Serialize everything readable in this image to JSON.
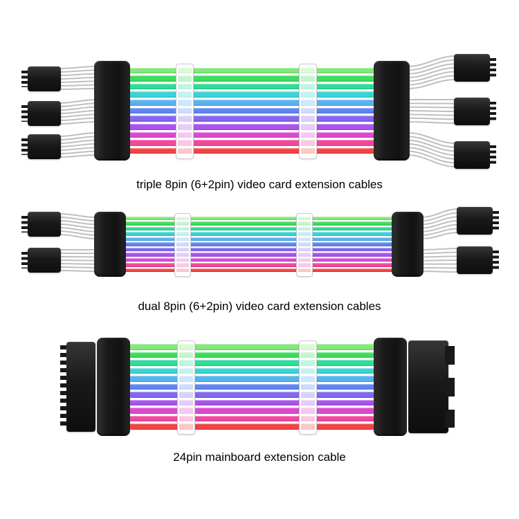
{
  "page": {
    "background_color": "#ffffff"
  },
  "colors": {
    "wire": "#bfbfbf",
    "connector_body": "#1a1a1a",
    "comb_block": "#1c1c1c",
    "clip": "#ffffff"
  },
  "ribbon_colors": [
    "#82e979",
    "#3fdc5e",
    "#2edd98",
    "#3bd3d3",
    "#58b2f0",
    "#5f85f2",
    "#8267f0",
    "#a954ee",
    "#dc49cf",
    "#f0489c",
    "#f14444"
  ],
  "products": [
    {
      "id": "triple-8pin",
      "caption": "triple 8pin (6+2pin) video card extension cables",
      "connector_type": "8pin (6+2pin)",
      "left_connector_count": 3,
      "right_connector_count": 3
    },
    {
      "id": "dual-8pin",
      "caption": "dual 8pin (6+2pin) video card extension cables",
      "connector_type": "8pin (6+2pin)",
      "left_connector_count": 2,
      "right_connector_count": 2
    },
    {
      "id": "24pin",
      "caption": "24pin mainboard extension cable",
      "connector_type": "24pin",
      "left_connector_count": 1,
      "right_connector_count": 1
    }
  ]
}
